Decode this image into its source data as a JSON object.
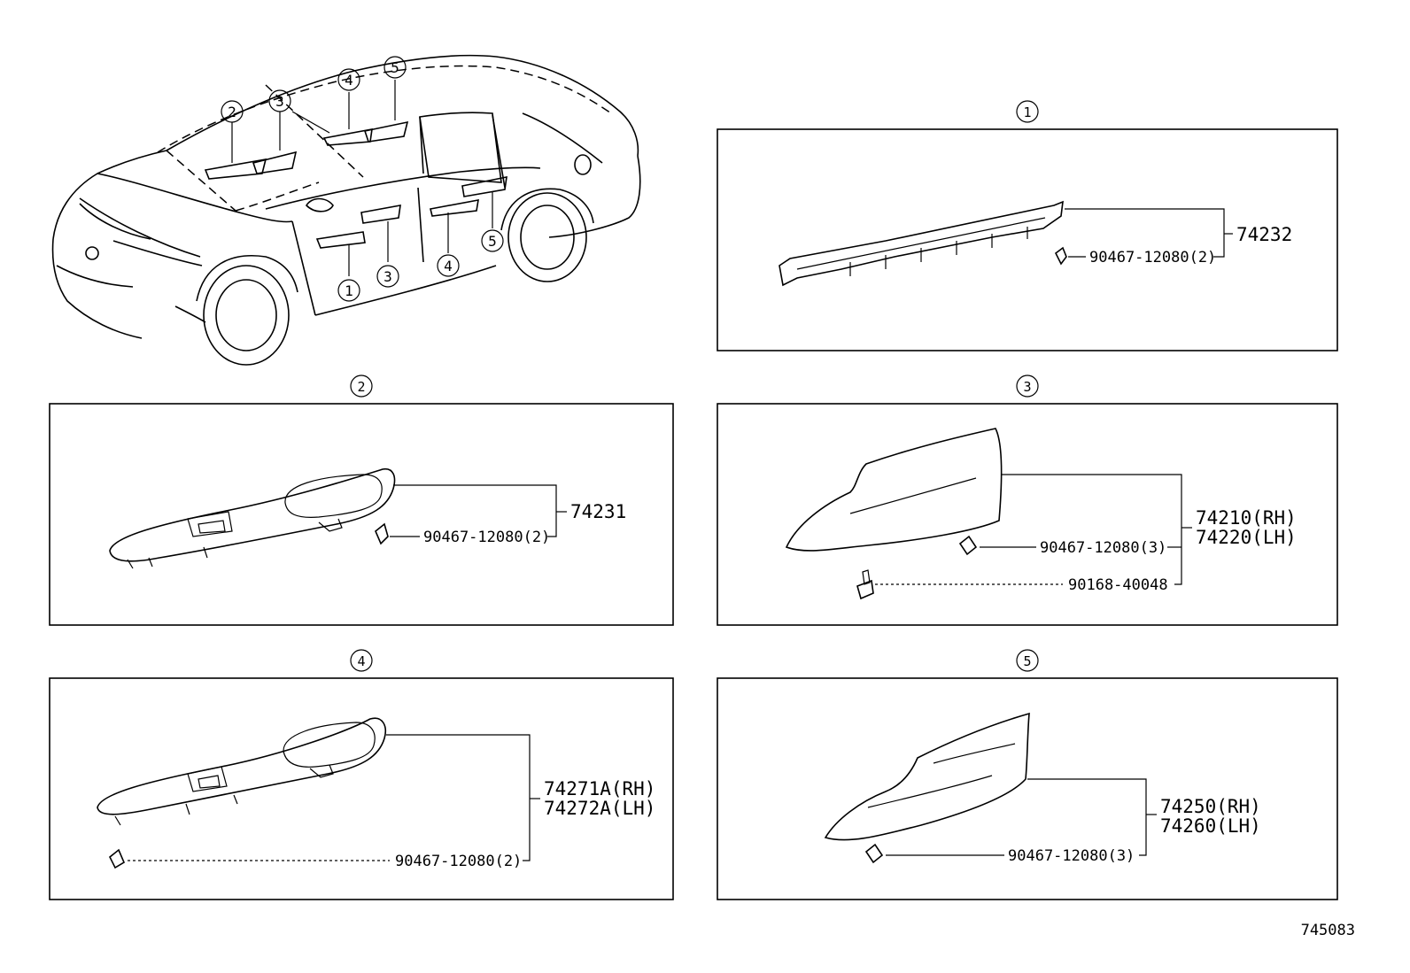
{
  "figure_id": "745083",
  "vehicle_callouts": [
    "2",
    "3",
    "4",
    "5",
    "1",
    "3",
    "4",
    "5"
  ],
  "panels": [
    {
      "badge": "1",
      "part": "74232",
      "fastener_1": "90467-12080(2)"
    },
    {
      "badge": "2",
      "part": "74231",
      "fastener_1": "90467-12080(2)"
    },
    {
      "badge": "3",
      "part_rh": "74210(RH)",
      "part_lh": "74220(LH)",
      "fastener_1": "90467-12080(3)",
      "fastener_2": "90168-40048"
    },
    {
      "badge": "4",
      "part_rh": "74271A(RH)",
      "part_lh": "74272A(LH)",
      "fastener_1": "90467-12080(2)"
    },
    {
      "badge": "5",
      "part_rh": "74250(RH)",
      "part_lh": "74260(LH)",
      "fastener_1": "90467-12080(3)"
    }
  ]
}
